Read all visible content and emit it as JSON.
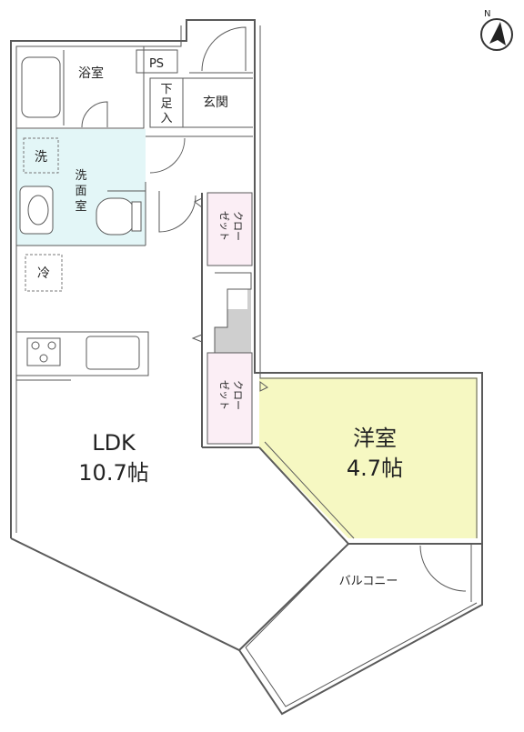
{
  "rooms": {
    "ldk_name": "LDK",
    "ldk_size": "10.7帖",
    "western_name": "洋室",
    "western_size": "4.7帖",
    "bath": "浴室",
    "ps": "PS",
    "genkan": "玄関",
    "shoe_box": [
      "下",
      "足",
      "入"
    ],
    "washroom": [
      "洗",
      "面",
      "室"
    ],
    "washer": "洗",
    "fridge": "冷",
    "closet_top": [
      "クロー",
      "ゼット"
    ],
    "closet_bottom": [
      "クロー",
      "ゼット"
    ],
    "balcony": "バルコニー"
  },
  "colors": {
    "washroom_fill": "#e3f6f7",
    "western_fill": "#f6f8c2",
    "closet_fill": "#fbeef5",
    "stair_fill": "#cfcfcf",
    "wall": "#5a5a5a"
  },
  "compass": {
    "label": "N"
  }
}
